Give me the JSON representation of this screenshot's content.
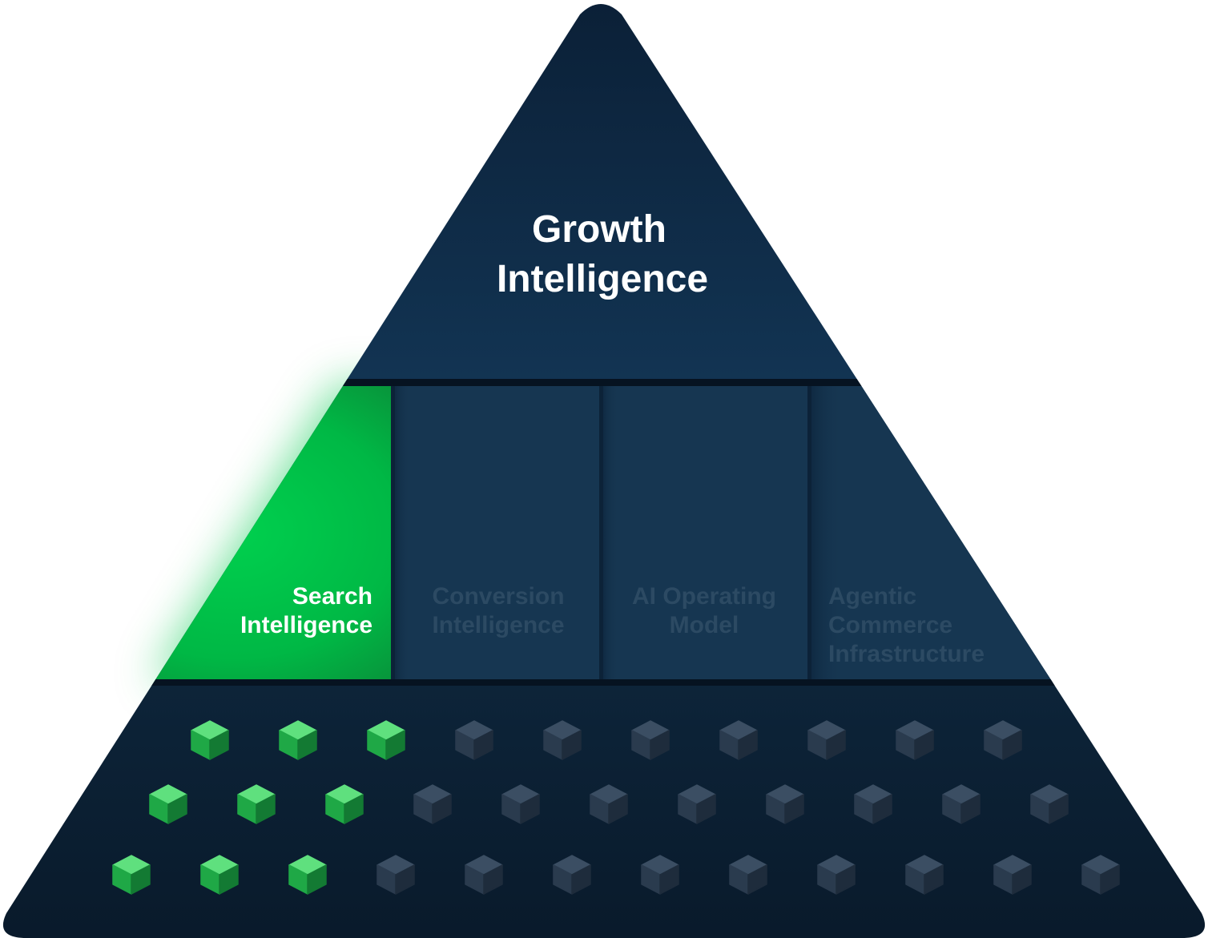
{
  "apex": {
    "title_line1": "Growth",
    "title_line2": "Intelligence"
  },
  "pillars": [
    {
      "line1": "Search",
      "line2": "Intelligence",
      "line3": "",
      "active": true
    },
    {
      "line1": "Conversion",
      "line2": "Intelligence",
      "line3": "",
      "active": false
    },
    {
      "line1": "AI Operating",
      "line2": "Model",
      "line3": "",
      "active": false
    },
    {
      "line1": "Agentic",
      "line2": "Commerce",
      "line3": "Infrastructure",
      "active": false
    }
  ],
  "foundation": {
    "rows": [
      {
        "total": 10,
        "active": 3
      },
      {
        "total": 11,
        "active": 3
      },
      {
        "total": 12,
        "active": 3
      }
    ]
  },
  "colors": {
    "pyramid_dark": "#0a1f33",
    "pyramid_mid": "#0f2d47",
    "pillar_inactive": "#163651",
    "pillar_text_inactive": "#2c4a63",
    "active_green": "#00c94b",
    "cube_green": "#22b14c",
    "cube_grey": "#2c3e52",
    "text_white": "#ffffff"
  }
}
